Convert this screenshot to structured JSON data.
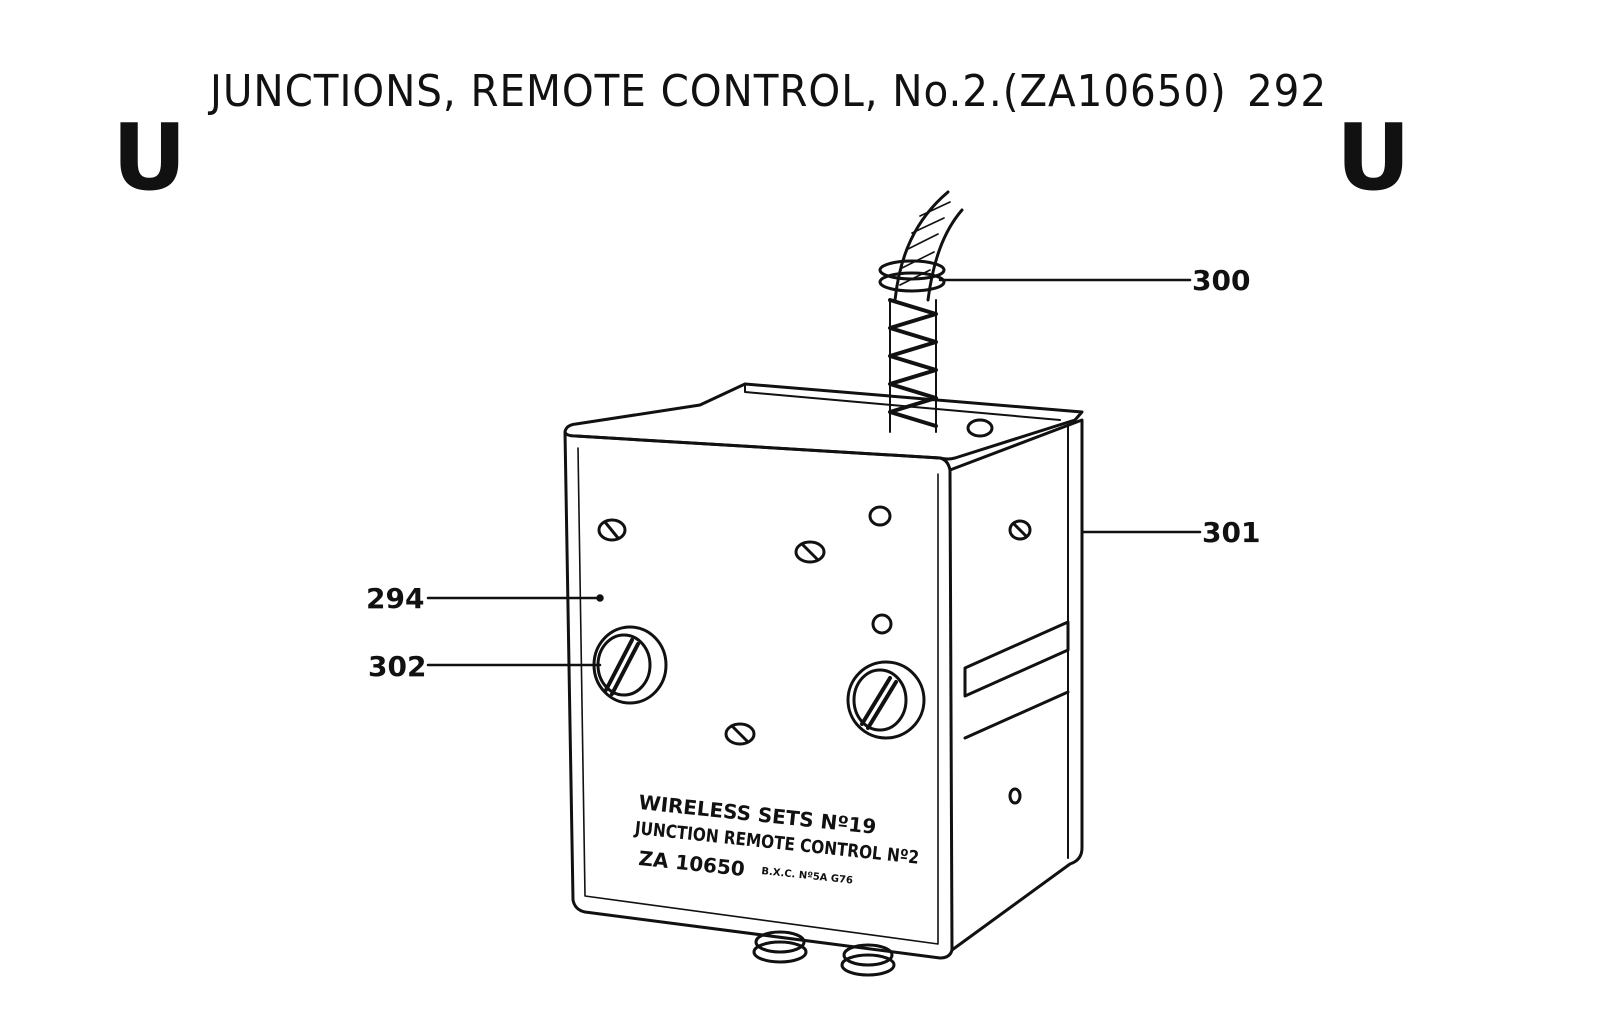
{
  "header": {
    "title": "JUNCTIONS, REMOTE CONTROL, No.2.(ZA10650)",
    "page_number": "292",
    "corner_left": "U",
    "corner_right": "U"
  },
  "callouts": [
    {
      "id": "300",
      "label": "300"
    },
    {
      "id": "301",
      "label": "301"
    },
    {
      "id": "294",
      "label": "294"
    },
    {
      "id": "302",
      "label": "302"
    }
  ],
  "nameplate": {
    "line1": "WIRELESS SETS Nº19",
    "line2": "JUNCTION REMOTE CONTROL Nº2",
    "line3": "ZA 10650",
    "line4": "B.X.C. Nº5A G76"
  }
}
